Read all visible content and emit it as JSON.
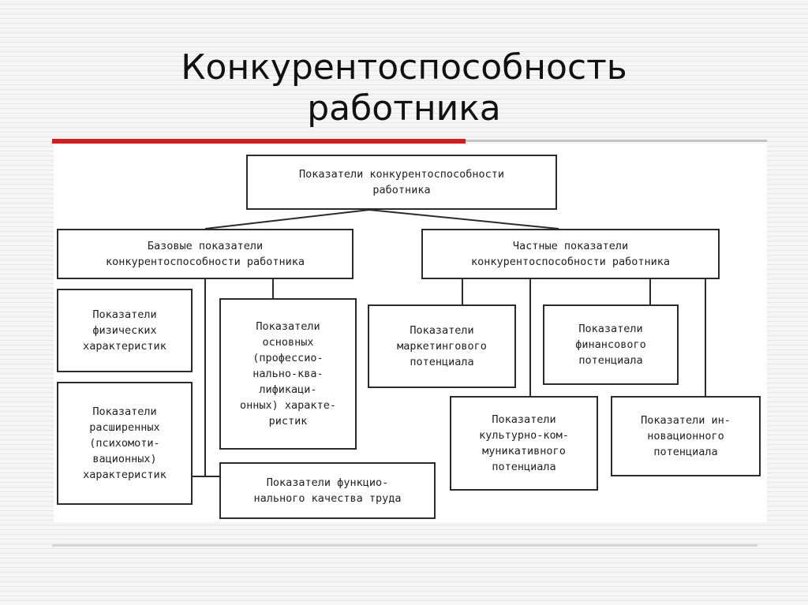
{
  "slide": {
    "title": "Конкурентоспособность\nработника"
  },
  "diagram": {
    "root": "Показатели конкурентоспособности\nработника",
    "base_group": "Базовые показатели\nконкурентоспособности работника",
    "private_group": "Частные показатели\nконкурентоспособности работника",
    "physical": "Показатели\nфизических\nхарактеристик",
    "extended": "Показатели\nрасширенных\n(психомоти-\nвационных)\nхарактеристик",
    "basic_professional": "Показатели\nосновных\n(профессио-\nнально-ква-\nлификаци-\nонных) характе-\nристик",
    "functional_quality": "Показатели функцио-\nнального качества труда",
    "marketing": "Показатели\nмаркетингового\nпотенциала",
    "financial": "Показатели\nфинансового\nпотенциала",
    "cultural": "Показатели\nкультурно-ком-\nмуникативного\nпотенциала",
    "innovation": "Показатели ин-\nновационного\nпотенциала"
  }
}
